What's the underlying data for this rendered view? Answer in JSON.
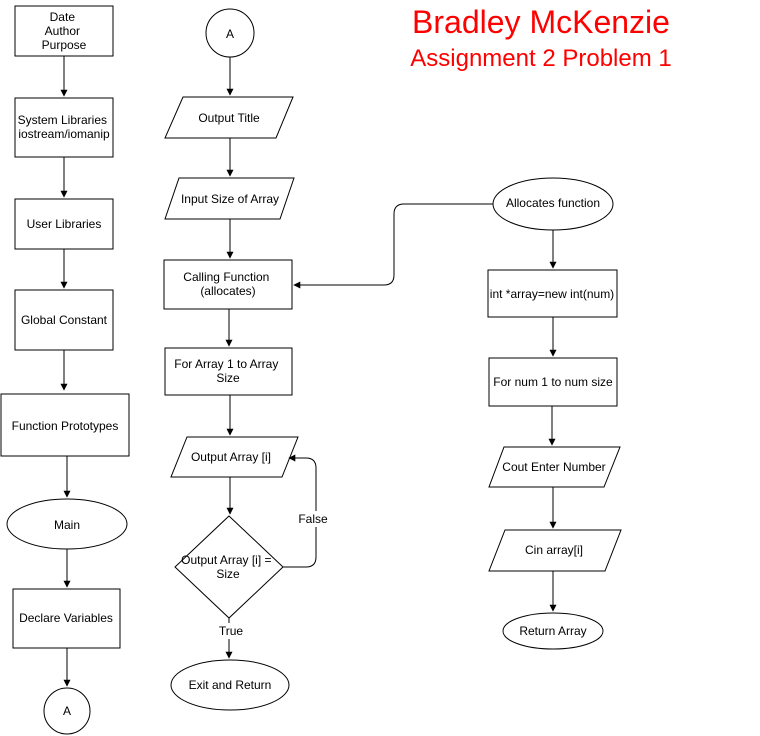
{
  "header": {
    "title": "Bradley McKenzie",
    "subtitle": "Assignment 2 Problem 1",
    "color": "#ff0000"
  },
  "nodes": {
    "date_author_purpose": [
      "Date",
      "Author",
      "Purpose"
    ],
    "system_libraries": [
      "System Libraries",
      "iostream/iomanip"
    ],
    "user_libraries": [
      "User Libraries"
    ],
    "global_constant": [
      "Global Constant"
    ],
    "function_prototypes": [
      "Function Prototypes"
    ],
    "main": [
      "Main"
    ],
    "declare_variables": [
      "Declare Variables"
    ],
    "connector_a_bottom": [
      "A"
    ],
    "connector_a_top": [
      "A"
    ],
    "output_title": [
      "Output Title"
    ],
    "input_size": [
      "Input Size of Array"
    ],
    "calling_function": [
      "Calling Function",
      "(allocates)"
    ],
    "for_array": [
      "For Array 1 to Array",
      "Size"
    ],
    "output_array": [
      "Output Array [i]"
    ],
    "decision": [
      "Output Array [i] =",
      "Size"
    ],
    "exit_return": [
      "Exit and Return"
    ],
    "allocates_function": [
      "Allocates function"
    ],
    "new_array": [
      "int *array=new int(num)"
    ],
    "for_num": [
      "For num 1 to num size"
    ],
    "cout_enter": [
      "Cout Enter Number"
    ],
    "cin_array": [
      "Cin array[i]"
    ],
    "return_array": [
      "Return Array"
    ]
  },
  "edge_labels": {
    "false": "False",
    "true": "True"
  }
}
